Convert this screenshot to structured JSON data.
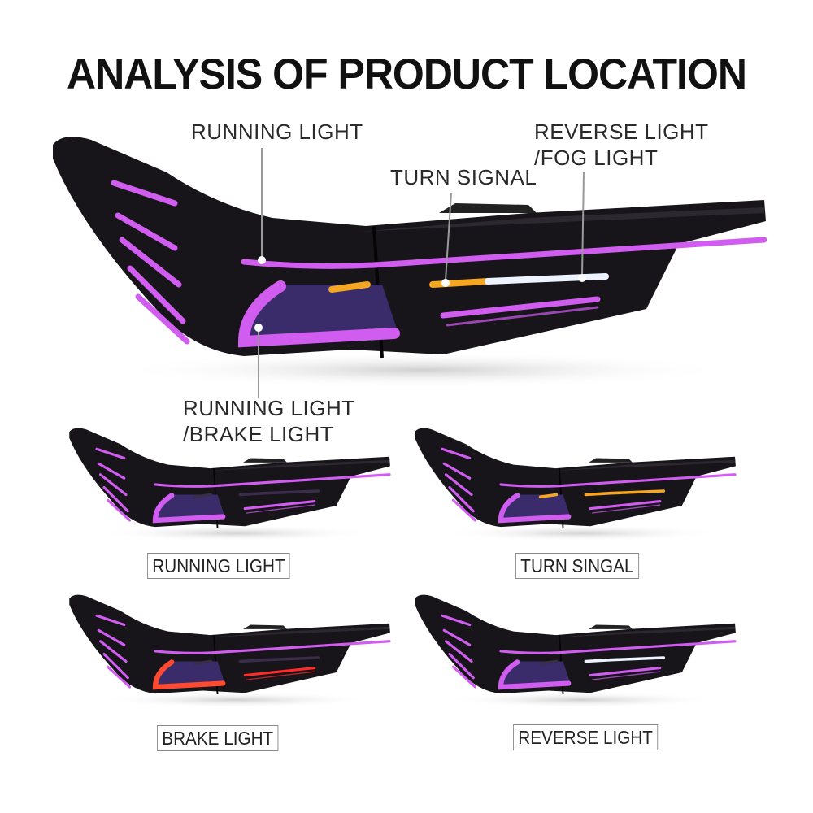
{
  "title": "ANALYSIS OF PRODUCT LOCATION",
  "callouts": {
    "running_light": "RUNNING LIGHT",
    "turn_signal": "TURN SIGNAL",
    "reverse_fog_line1": "REVERSE LIGHT",
    "reverse_fog_line2": "/FOG LIGHT",
    "running_brake_line1": "RUNNING LIGHT",
    "running_brake_line2": "/BRAKE LIGHT"
  },
  "modes": [
    {
      "label": "RUNNING LIGHT"
    },
    {
      "label": "TURN SINGAL"
    },
    {
      "label": "BRAKE LIGHT"
    },
    {
      "label": "REVERSE LIGHT"
    }
  ],
  "colors": {
    "running": "#d05cf0",
    "turn": "#f5a623",
    "brake": "#ff3b2f",
    "reverse": "#eef4ff",
    "housing": "#17141a"
  }
}
